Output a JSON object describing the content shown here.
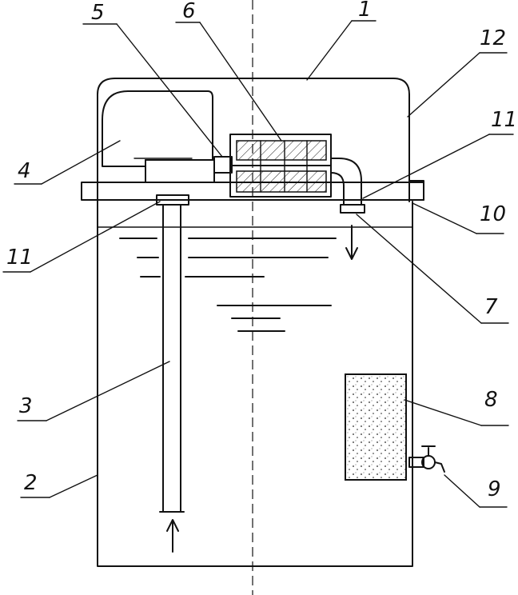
{
  "labels": {
    "l1": "1",
    "l2": "2",
    "l3": "3",
    "l4": "4",
    "l5": "5",
    "l6": "6",
    "l7": "7",
    "l8": "8",
    "l9": "9",
    "l10": "10",
    "l11_right": "11",
    "l11_left": "11",
    "l12": "12"
  }
}
